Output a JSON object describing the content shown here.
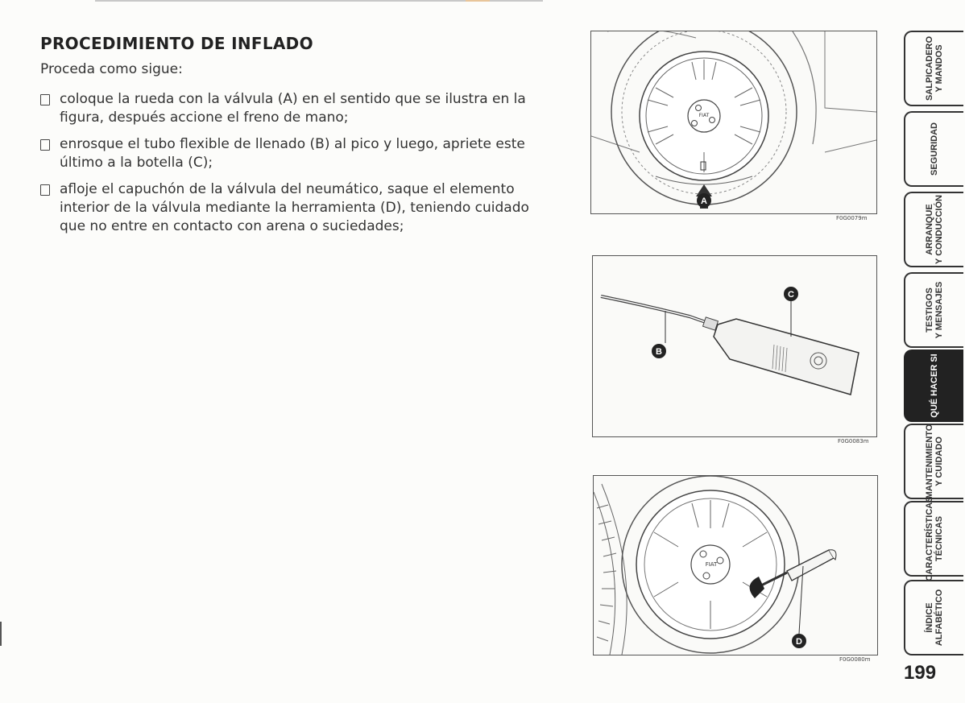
{
  "heading": "PROCEDIMIENTO DE INFLADO",
  "intro": "Proceda como sigue:",
  "steps": [
    "coloque la rueda con la válvula (A) en el sentido que se ilustra en la figura, después accione el freno de mano;",
    "enrosque el tubo flexible de llenado (B) al pico y luego, apriete este último a la botella (C);",
    "afloje el capuchón de la válvula del neumático, saque el elemento interior de la válvula mediante la herramienta (D), teniendo cuidado que no entre en contacto con arena o suciedades;"
  ],
  "figures": [
    {
      "code": "F0G0079m",
      "callouts": [
        "A"
      ],
      "hub_logo": "FIAT"
    },
    {
      "code": "F0G0083m",
      "callouts": [
        "C",
        "B"
      ]
    },
    {
      "code": "F0G0080m",
      "callouts": [
        "D"
      ],
      "hub_logo": "FIAT"
    }
  ],
  "tabs": [
    {
      "label": "SALPICADERO\nY MANDOS",
      "active": false
    },
    {
      "label": "SEGURIDAD",
      "active": false
    },
    {
      "label": "ARRANQUE\nY CONDUCCIÓN",
      "active": false
    },
    {
      "label": "TESTIGOS\nY MENSAJES",
      "active": false
    },
    {
      "label": "QUÉ HACER SI",
      "active": true
    },
    {
      "label": "MANTENIMIENTO\nY CUIDADO",
      "active": false
    },
    {
      "label": "CARACTERÍSTICAS\nTÉCNICAS",
      "active": false
    },
    {
      "label": "ÍNDICE\nALFABÉTICO",
      "active": false
    }
  ],
  "page_number": "199",
  "colors": {
    "ink": "#2a2a2a",
    "active_tab": "#222222",
    "paper": "#fcfcfa"
  }
}
